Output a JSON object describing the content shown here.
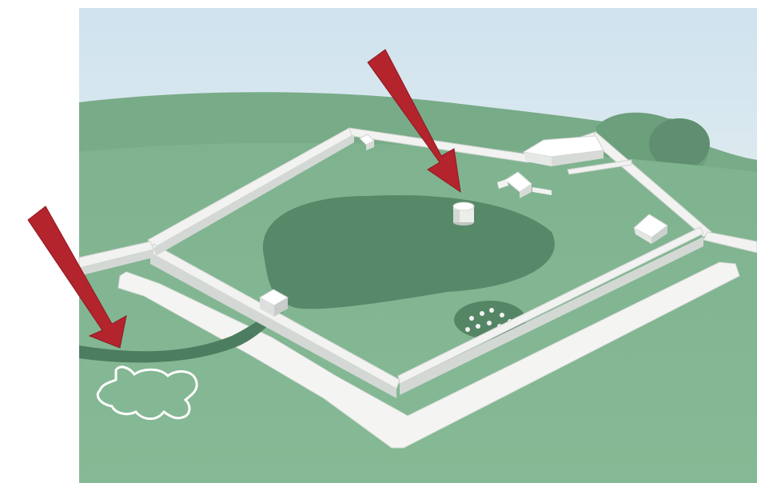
{
  "illustration": {
    "subject": "fort-reconstruction-illustration",
    "colors": {
      "sky": "#d6e6ee",
      "grass": "#7cae8b",
      "grass_dark": "#5e9470",
      "shadow": "#4f7f63",
      "wall": "#f1f2f0",
      "wall_side": "#d2d6d3",
      "arrow": "#b3242d",
      "outline": "#ffffff"
    },
    "arrows": [
      {
        "name": "arrow-pointing-to-tower"
      },
      {
        "name": "arrow-pointing-to-path"
      }
    ]
  }
}
